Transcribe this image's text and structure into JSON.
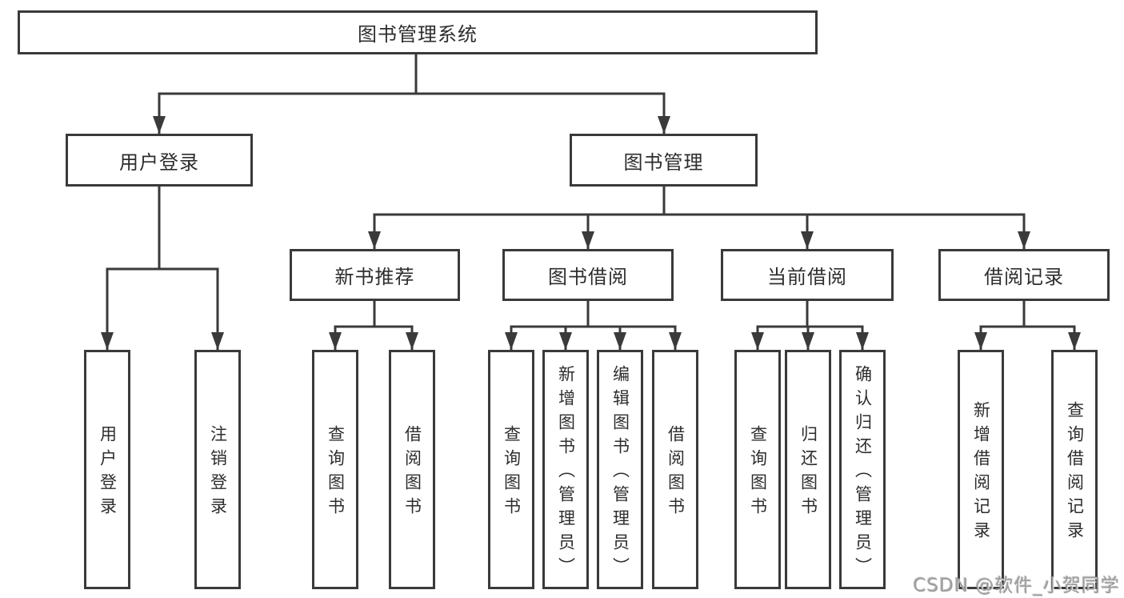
{
  "colors": {
    "line": "#3a3a3a",
    "border": "#3a3a3a",
    "text": "#2d2d2d",
    "background": "#ffffff",
    "watermark": "#9e9e9e"
  },
  "watermark": "CSDN @软件_小贺同学",
  "tree": {
    "label": "图书管理系统",
    "children": [
      {
        "label": "用户登录",
        "children": [
          {
            "label": "用户登录"
          },
          {
            "label": "注销登录"
          }
        ]
      },
      {
        "label": "图书管理",
        "children": [
          {
            "label": "新书推荐",
            "children": [
              {
                "label": "查询图书"
              },
              {
                "label": "借阅图书"
              }
            ]
          },
          {
            "label": "图书借阅",
            "children": [
              {
                "label": "查询图书"
              },
              {
                "label": "新增图书（管理员）"
              },
              {
                "label": "编辑图书（管理员）"
              },
              {
                "label": "借阅图书"
              }
            ]
          },
          {
            "label": "当前借阅",
            "children": [
              {
                "label": "查询图书"
              },
              {
                "label": "归还图书"
              },
              {
                "label": "确认归还（管理员）"
              }
            ]
          },
          {
            "label": "借阅记录",
            "children": [
              {
                "label": "新增借阅记录"
              },
              {
                "label": "查询借阅记录"
              }
            ]
          }
        ]
      }
    ]
  }
}
